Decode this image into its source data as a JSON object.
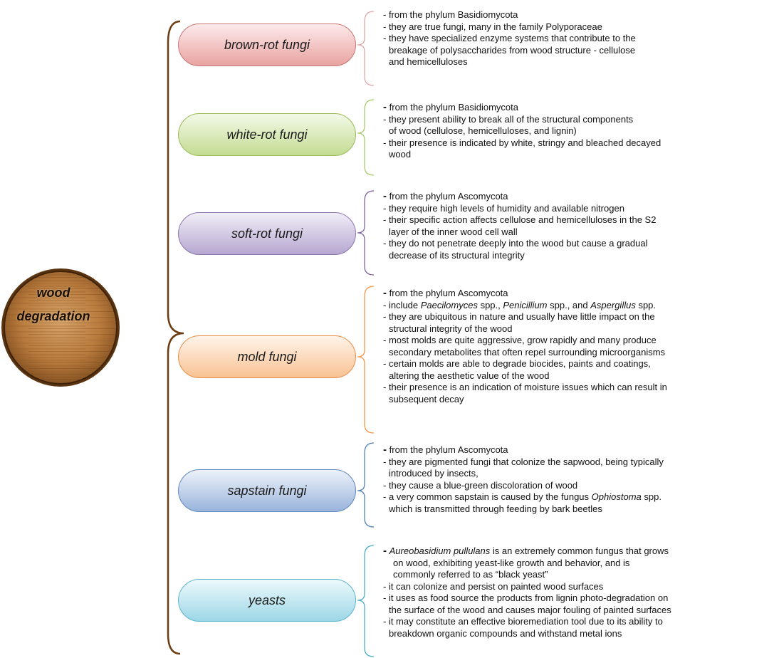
{
  "central": {
    "line1": "wood",
    "line2": "degradation"
  },
  "categories": [
    {
      "label": "brown-rot fungi",
      "lines": [
        "- from the phylum Basidiomycota",
        "- they are true fungi, many in the family Polyporaceae",
        "- they have specialized enzyme systems that contribute to the",
        "breakage of polysaccharides from wood structure - cellulose",
        "and hemicelluloses"
      ]
    },
    {
      "label": "white-rot fungi",
      "lines": [
        "from the phylum Basidiomycota",
        "- they present ability to break all of the structural components",
        "of wood (cellulose, hemicelluloses, and lignin)",
        "- their presence is indicated by white, stringy and bleached decayed",
        "wood"
      ]
    },
    {
      "label": "soft-rot fungi",
      "lines": [
        "from the phylum Ascomycota",
        "- they require high levels of humidity and available nitrogen",
        "- their specific action affects cellulose and hemicelluloses in the S2",
        "layer of the inner wood cell wall",
        "- they do not penetrate deeply into the wood but cause a gradual",
        "decrease of its structural integrity"
      ]
    },
    {
      "label": "mold fungi",
      "lines": [
        "from the phylum Ascomycota",
        "- include ",
        "Paecilomyces",
        " spp., ",
        "Penicillium",
        " spp., and ",
        "Aspergillus",
        " spp.",
        "- they are ubiquitous in nature and usually have little impact on the",
        "structural integrity of the wood",
        "- most molds are quite aggressive, grow rapidly and many produce",
        "secondary metabolites that often repel surrounding microorganisms",
        "- certain molds are able to degrade biocides, paints and coatings,",
        "altering the aesthetic value of the wood",
        "- their presence is an indication of moisture issues which can result in",
        "subsequent decay"
      ]
    },
    {
      "label": "sapstain fungi",
      "lines": [
        "from the phylum Ascomycota",
        "- they are pigmented fungi that colonize the sapwood, being typically",
        "introduced by insects,",
        "- they cause a blue-green discoloration of wood",
        "- a very common sapstain is caused by the fungus ",
        "Ophiostoma",
        " spp.",
        "which is transmitted through feeding by bark beetles"
      ]
    },
    {
      "label": "yeasts",
      "lines": [
        "Aureobasidium pullulans",
        " is an extremely common fungus that grows",
        "on wood, exhibiting yeast-like growth and behavior, and is",
        "commonly referred to as “black yeast”",
        "- it can colonize and persist on painted wood surfaces",
        "- it uses as food source the products from lignin photo-degradation on",
        "the surface of the wood and causes major fouling of painted surfaces",
        "- it may constitute an effective bioremediation tool due to its ability to",
        "breakdown organic compounds and withstand metal ions"
      ]
    }
  ],
  "colors": {
    "brown": "#6b3d14",
    "brown_rot": "#c0504d",
    "white_rot": "#9bbb59",
    "soft_rot": "#8064a2",
    "mold": "#f79646",
    "sapstain": "#4f81bd",
    "yeasts": "#4bacc6"
  }
}
